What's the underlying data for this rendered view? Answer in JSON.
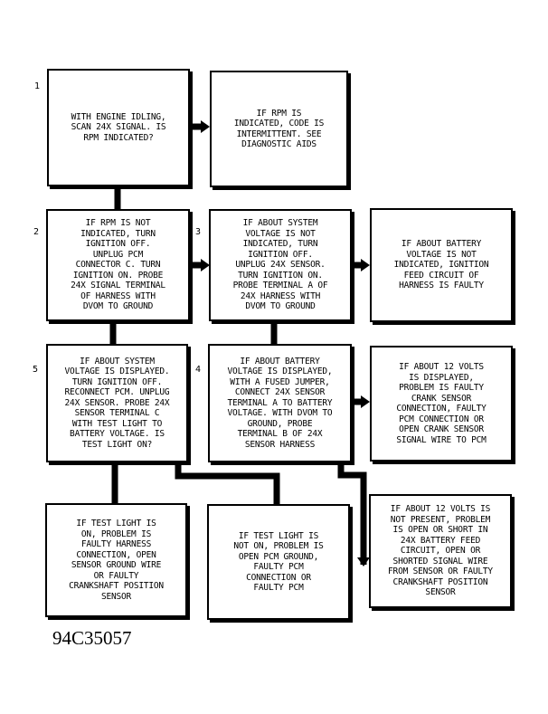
{
  "steps": {
    "s1": "1",
    "s2": "2",
    "s3": "3",
    "s4": "4",
    "s5": "5"
  },
  "boxes": {
    "b1": "WITH ENGINE IDLING,\nSCAN 24X SIGNAL. IS\nRPM INDICATED?",
    "b1_yes": "IF RPM IS\nINDICATED, CODE IS\nINTERMITTENT. SEE\nDIAGNOSTIC AIDS",
    "b2": "IF RPM IS NOT\nINDICATED, TURN\nIGNITION OFF.\nUNPLUG PCM\nCONNECTOR C. TURN\nIGNITION ON. PROBE\n24X SIGNAL TERMINAL\nOF HARNESS WITH\nDVOM TO GROUND",
    "b3": "IF ABOUT SYSTEM\nVOLTAGE IS NOT\nINDICATED, TURN\nIGNITION OFF.\nUNPLUG 24X SENSOR.\nTURN IGNITION ON.\nPROBE TERMINAL A OF\n24X HARNESS WITH\nDVOM TO GROUND",
    "b3_right": "IF ABOUT BATTERY\nVOLTAGE IS NOT\nINDICATED, IGNITION\nFEED CIRCUIT OF\nHARNESS IS FAULTY",
    "b5": "IF ABOUT SYSTEM\nVOLTAGE IS DISPLAYED.\nTURN IGNITION OFF.\nRECONNECT PCM. UNPLUG\n24X SENSOR. PROBE 24X\nSENSOR TERMINAL C\nWITH TEST LIGHT TO\nBATTERY VOLTAGE. IS\nTEST LIGHT ON?",
    "b4": "IF ABOUT BATTERY\nVOLTAGE IS DISPLAYED,\nWITH A FUSED JUMPER,\nCONNECT 24X SENSOR\nTERMINAL A TO BATTERY\nVOLTAGE. WITH DVOM TO\nGROUND, PROBE\nTERMINAL B OF 24X\nSENSOR HARNESS",
    "b4_right": "IF ABOUT 12 VOLTS\nIS DISPLAYED,\nPROBLEM IS FAULTY\nCRANK SENSOR\nCONNECTION, FAULTY\nPCM CONNECTION OR\nOPEN CRANK SENSOR\nSIGNAL WIRE TO PCM",
    "b5_on": "IF TEST LIGHT IS\nON, PROBLEM IS\nFAULTY HARNESS\nCONNECTION, OPEN\nSENSOR GROUND WIRE\nOR FAULTY\nCRANKSHAFT POSITION\nSENSOR",
    "b5_off": "IF TEST LIGHT IS\nNOT ON, PROBLEM IS\nOPEN PCM GROUND,\nFAULTY PCM\nCONNECTION OR\nFAULTY PCM",
    "b4_not": "IF ABOUT 12 VOLTS IS\nNOT PRESENT, PROBLEM\nIS OPEN OR SHORT IN\n24X BATTERY FEED\nCIRCUIT, OPEN OR\nSHORTED SIGNAL WIRE\nFROM SENSOR OR FAULTY\nCRANKSHAFT POSITION\nSENSOR"
  },
  "figure_code": "94C35057"
}
